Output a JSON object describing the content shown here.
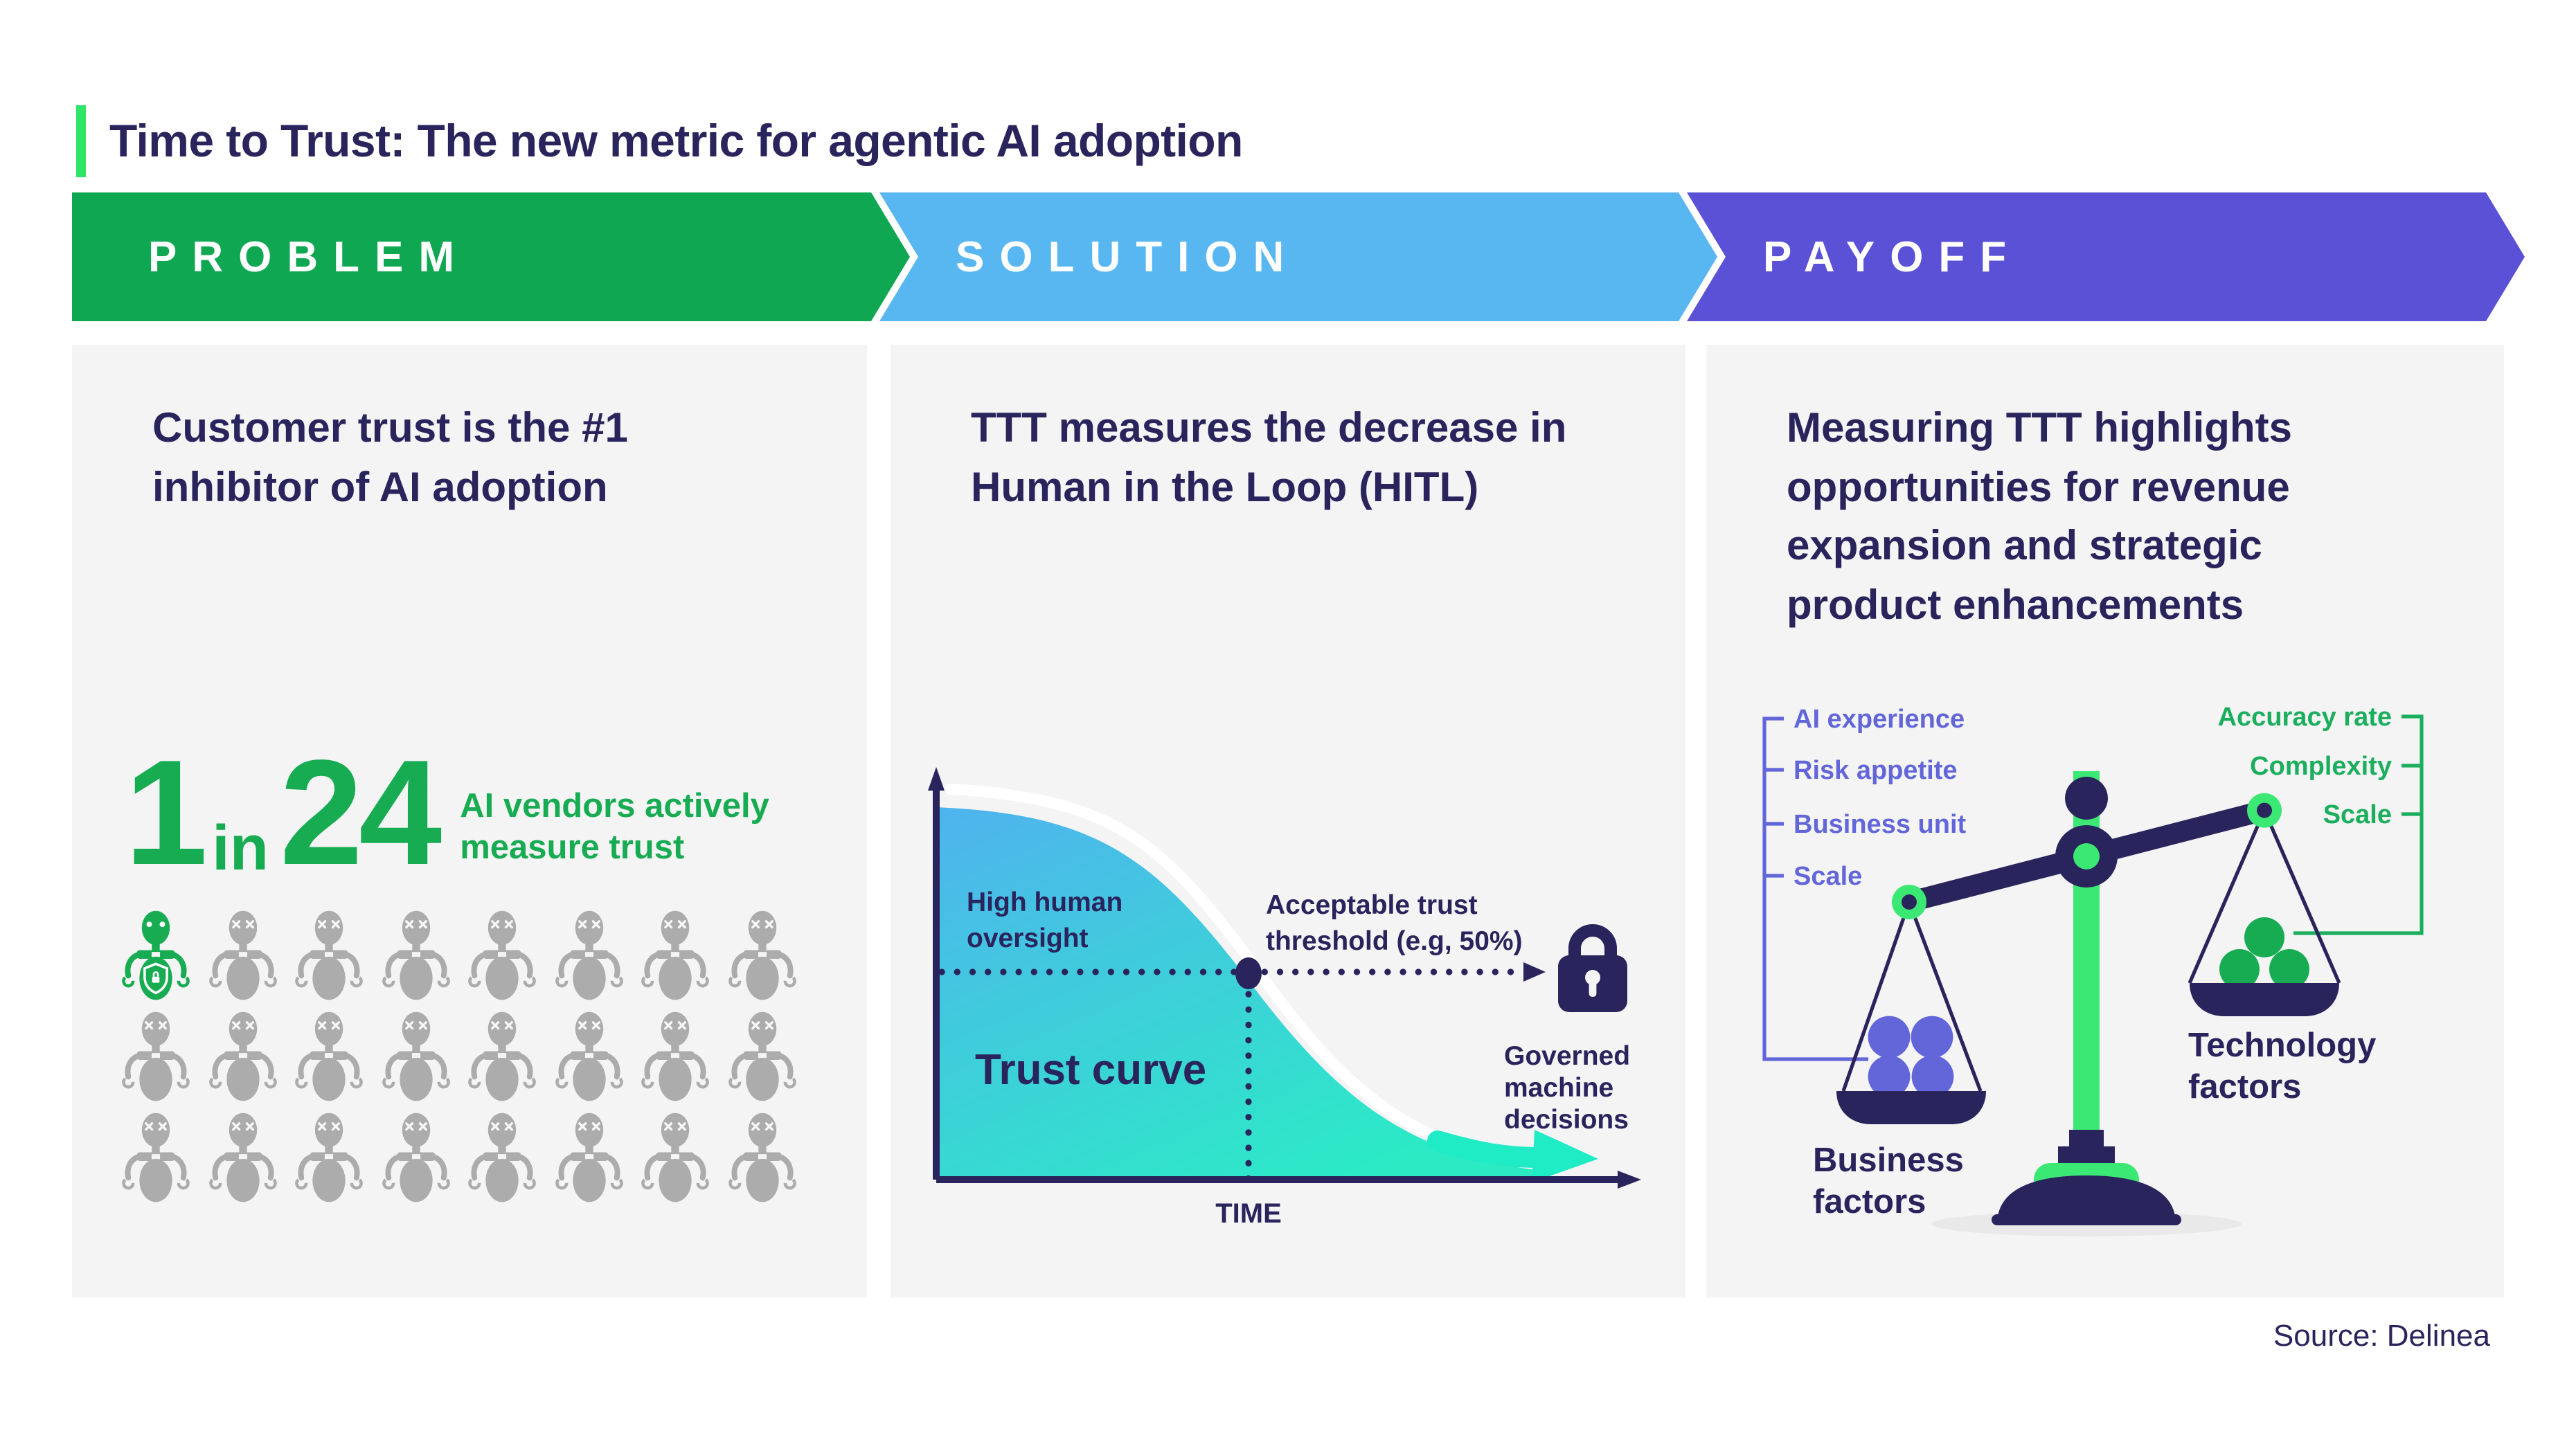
{
  "title": "Time to Trust: The new metric for agentic AI adoption",
  "source": "Source: Delinea",
  "banners": [
    {
      "label": "PROBLEM",
      "color": "#0FA751"
    },
    {
      "label": "SOLUTION",
      "color": "#58B6F1"
    },
    {
      "label": "PAYOFF",
      "color": "#5B51D7"
    }
  ],
  "problem": {
    "heading": "Customer trust is the #1 inhibitor of AI adoption",
    "stat_left": "1",
    "stat_mid": "in",
    "stat_right": "24",
    "stat_desc_lines": [
      "AI vendors actively",
      "measure trust"
    ],
    "robot_total": 24,
    "robots_highlighted": 1
  },
  "solution": {
    "heading": "TTT measures the decrease in Human in the Loop (HITL)",
    "chart": {
      "type": "area",
      "title": "Trust curve",
      "xlabel": "TIME",
      "high_oversight_lines": [
        "High human",
        "oversight"
      ],
      "threshold_lines": [
        "Acceptable trust",
        "threshold (e.g, 50%)"
      ],
      "governed_lines": [
        "Governed",
        "machine",
        "decisions"
      ],
      "meaning": "Human-in-the-loop oversight decreases over time, crossing an acceptable trust threshold (e.g. 50%) toward governed machine decisions"
    }
  },
  "payoff": {
    "heading": "Measuring TTT highlights opportunities for revenue expansion and strategic product enhancements",
    "business_factor_labels": [
      "AI experience",
      "Risk appetite",
      "Business unit",
      "Scale"
    ],
    "technology_factor_labels": [
      "Accuracy rate",
      "Complexity",
      "Scale"
    ],
    "left_caption_lines": [
      "Business",
      "factors"
    ],
    "right_caption_lines": [
      "Technology",
      "factors"
    ]
  },
  "colors": {
    "navy": "#2A245C",
    "accent_bright_green": "#2FE567",
    "scale_green": "#3CE874",
    "stat_green": "#17AC52",
    "periwinkle": "#6266D8",
    "green_label": "#1BAE5D",
    "robot_gray": "#ACACAC",
    "panel_background": "#F4F4F5",
    "curve_gradient_start": "#4FB3EE",
    "curve_gradient_end": "#2BEBC5",
    "curve_arrow_teal": "#1FEBC4"
  }
}
